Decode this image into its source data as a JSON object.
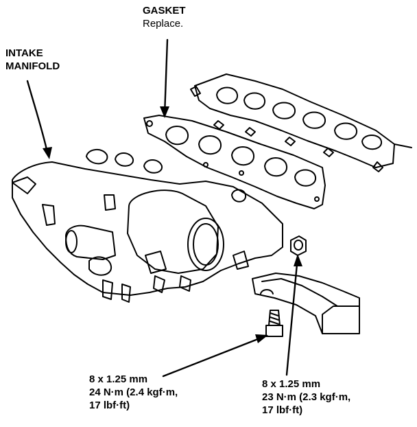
{
  "diagram": {
    "labels": {
      "gasket": {
        "title": "GASKET",
        "note": "Replace."
      },
      "intake_manifold": {
        "line1": "INTAKE",
        "line2": "MANIFOLD"
      },
      "bolt_left": {
        "size": "8 x 1.25 mm",
        "torque1": "24 N·m (2.4 kgf·m,",
        "torque2": "17 lbf·ft)"
      },
      "bolt_right": {
        "size": "8 x 1.25 mm",
        "torque1": "23 N·m (2.3 kgf·m,",
        "torque2": "17 lbf·ft)"
      }
    },
    "colors": {
      "ink": "#000000",
      "paper": "#ffffff"
    }
  }
}
